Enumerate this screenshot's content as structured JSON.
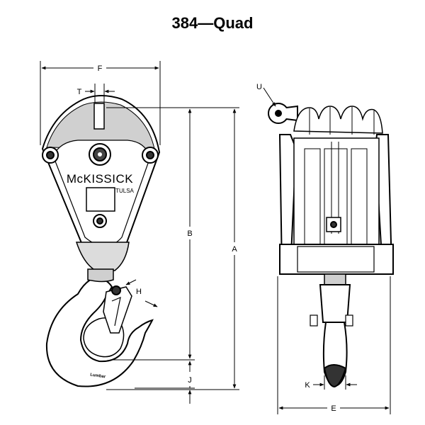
{
  "title": "384—Quad",
  "brand": {
    "name": "McKISSICK",
    "city": "TULSA"
  },
  "hook_stamp": "Lumbar",
  "dimension_labels": {
    "A": "A",
    "B": "B",
    "E": "E",
    "F": "F",
    "H": "H",
    "J": "J",
    "K": "K",
    "T": "T",
    "U": "U"
  }
}
